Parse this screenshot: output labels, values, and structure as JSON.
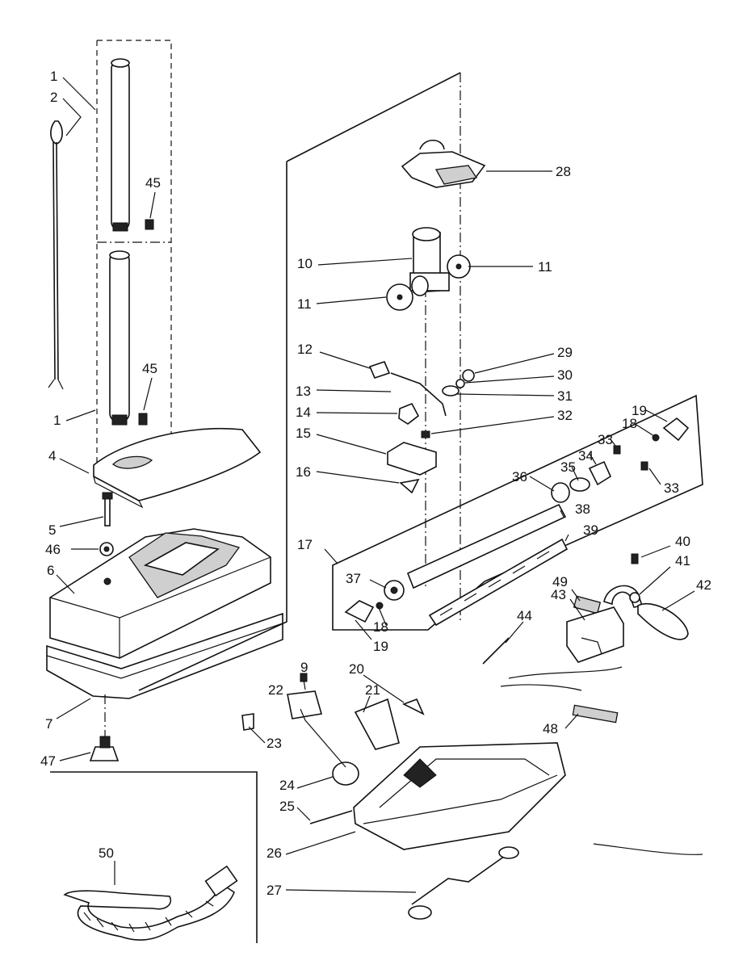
{
  "diagram": {
    "callouts": [
      {
        "id": "c1",
        "text": "1"
      },
      {
        "id": "c2",
        "text": "2"
      },
      {
        "id": "c45a",
        "text": "45"
      },
      {
        "id": "c45b",
        "text": "45"
      },
      {
        "id": "c1b",
        "text": "1"
      },
      {
        "id": "c4",
        "text": "4"
      },
      {
        "id": "c5",
        "text": "5"
      },
      {
        "id": "c46",
        "text": "46"
      },
      {
        "id": "c6",
        "text": "6"
      },
      {
        "id": "c7",
        "text": "7"
      },
      {
        "id": "c47",
        "text": "47"
      },
      {
        "id": "c28",
        "text": "28"
      },
      {
        "id": "c10",
        "text": "10"
      },
      {
        "id": "c11a",
        "text": "11"
      },
      {
        "id": "c11b",
        "text": "11"
      },
      {
        "id": "c12",
        "text": "12"
      },
      {
        "id": "c29",
        "text": "29"
      },
      {
        "id": "c30",
        "text": "30"
      },
      {
        "id": "c31",
        "text": "31"
      },
      {
        "id": "c13",
        "text": "13"
      },
      {
        "id": "c14",
        "text": "14"
      },
      {
        "id": "c32",
        "text": "32"
      },
      {
        "id": "c15",
        "text": "15"
      },
      {
        "id": "c16",
        "text": "16"
      },
      {
        "id": "c19a",
        "text": "19"
      },
      {
        "id": "c18a",
        "text": "18"
      },
      {
        "id": "c33a",
        "text": "33"
      },
      {
        "id": "c34",
        "text": "34"
      },
      {
        "id": "c35",
        "text": "35"
      },
      {
        "id": "c36",
        "text": "36"
      },
      {
        "id": "c33b",
        "text": "33"
      },
      {
        "id": "c38",
        "text": "38"
      },
      {
        "id": "c39",
        "text": "39"
      },
      {
        "id": "c17",
        "text": "17"
      },
      {
        "id": "c37",
        "text": "37"
      },
      {
        "id": "c18b",
        "text": "18"
      },
      {
        "id": "c19b",
        "text": "19"
      },
      {
        "id": "c40",
        "text": "40"
      },
      {
        "id": "c41",
        "text": "41"
      },
      {
        "id": "c42",
        "text": "42"
      },
      {
        "id": "c49",
        "text": "49"
      },
      {
        "id": "c43",
        "text": "43"
      },
      {
        "id": "c44",
        "text": "44"
      },
      {
        "id": "c9",
        "text": "9"
      },
      {
        "id": "c22",
        "text": "22"
      },
      {
        "id": "c20",
        "text": "20"
      },
      {
        "id": "c21",
        "text": "21"
      },
      {
        "id": "c48",
        "text": "48"
      },
      {
        "id": "c23",
        "text": "23"
      },
      {
        "id": "c24",
        "text": "24"
      },
      {
        "id": "c25",
        "text": "25"
      },
      {
        "id": "c26",
        "text": "26"
      },
      {
        "id": "c27",
        "text": "27"
      },
      {
        "id": "c50",
        "text": "50"
      }
    ]
  }
}
